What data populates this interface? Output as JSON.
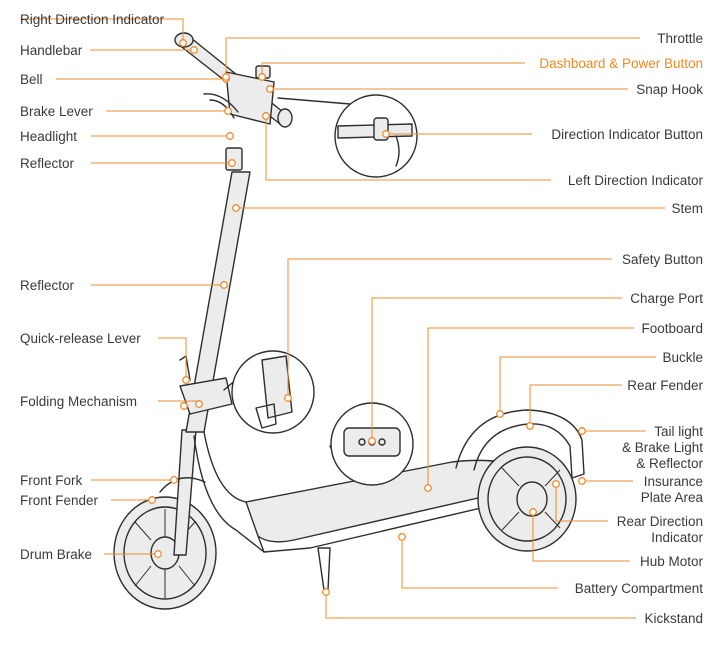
{
  "accent_color": "#ef8b2c",
  "highlight_color": "#ee8a22",
  "left_labels": [
    {
      "id": "right-direction-indicator",
      "text": "Right Direction Indicator"
    },
    {
      "id": "handlebar",
      "text": "Handlebar"
    },
    {
      "id": "bell",
      "text": "Bell"
    },
    {
      "id": "brake-lever",
      "text": "Brake Lever"
    },
    {
      "id": "headlight",
      "text": "Headlight"
    },
    {
      "id": "reflector-top",
      "text": "Reflector"
    },
    {
      "id": "reflector-stem",
      "text": "Reflector"
    },
    {
      "id": "quick-release-lever",
      "text": "Quick-release Lever"
    },
    {
      "id": "folding-mechanism",
      "text": "Folding Mechanism"
    },
    {
      "id": "front-fork",
      "text": "Front Fork"
    },
    {
      "id": "front-fender",
      "text": "Front Fender"
    },
    {
      "id": "drum-brake",
      "text": "Drum Brake"
    }
  ],
  "right_labels": [
    {
      "id": "throttle",
      "lines": [
        "Throttle"
      ]
    },
    {
      "id": "dashboard-power-button",
      "lines": [
        "Dashboard & Power Button"
      ],
      "highlight": true
    },
    {
      "id": "snap-hook",
      "lines": [
        "Snap Hook"
      ]
    },
    {
      "id": "direction-indicator-button",
      "lines": [
        "Direction Indicator Button"
      ]
    },
    {
      "id": "left-direction-indicator",
      "lines": [
        "Left Direction Indicator"
      ]
    },
    {
      "id": "stem",
      "lines": [
        "Stem"
      ]
    },
    {
      "id": "safety-button",
      "lines": [
        "Safety Button"
      ]
    },
    {
      "id": "charge-port",
      "lines": [
        "Charge Port"
      ]
    },
    {
      "id": "footboard",
      "lines": [
        "Footboard"
      ]
    },
    {
      "id": "buckle",
      "lines": [
        "Buckle"
      ]
    },
    {
      "id": "rear-fender",
      "lines": [
        "Rear Fender"
      ]
    },
    {
      "id": "tail-light",
      "lines": [
        "Tail light",
        "& Brake Light",
        "& Reflector"
      ]
    },
    {
      "id": "insurance-plate-area",
      "lines": [
        "Insurance",
        "Plate Area"
      ]
    },
    {
      "id": "rear-direction-indicator",
      "lines": [
        "Rear Direction",
        "Indicator"
      ]
    },
    {
      "id": "hub-motor",
      "lines": [
        "Hub Motor"
      ]
    },
    {
      "id": "battery-compartment",
      "lines": [
        "Battery Compartment"
      ]
    },
    {
      "id": "kickstand",
      "lines": [
        "Kickstand"
      ]
    }
  ]
}
